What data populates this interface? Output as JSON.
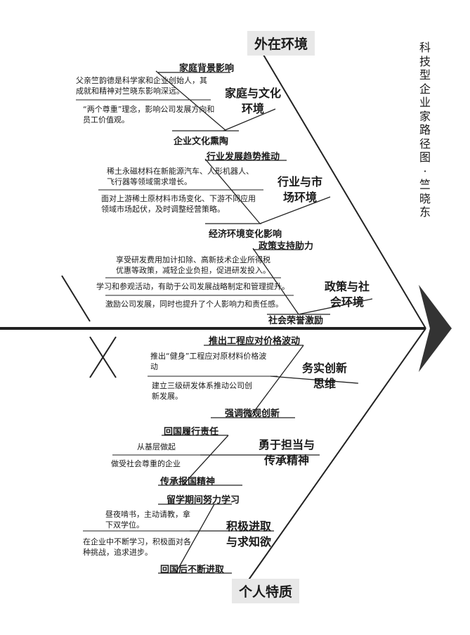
{
  "headers": {
    "top": "外在环境",
    "bottom": "个人特质"
  },
  "vertical_title": "科技型企业家路径图·竺晓东",
  "categories": {
    "family": {
      "name": "家庭与文化环境",
      "name_lines": [
        "家庭与文化",
        "环境"
      ],
      "top_label": "家庭背景影响",
      "bottom_label": "企业文化熏陶",
      "items": [
        "父亲竺韵德是科学家和企业创始人，其成就和精神对竺晓东影响深远。",
        "“两个尊重”理念，影响公司发展方向和员工价值观。"
      ]
    },
    "industry": {
      "name": "行业与市场环境",
      "name_lines": [
        "行业与市",
        "场环境"
      ],
      "top_label": "行业发展趋势推动",
      "bottom_label": "经济环境变化影响",
      "items": [
        "稀土永磁材料在新能源汽车、人形机器人、飞行器等领域需求增长。",
        "面对上游稀土原材料市场变化、下游不同应用领域市场起伏，及时调整经营策略。"
      ]
    },
    "policy": {
      "name": "政策与社会环境",
      "name_lines": [
        "政策与社",
        "会环境"
      ],
      "top_label": "政策支持助力",
      "bottom_label": "社会荣誉激励",
      "items": [
        "享受研发费用加计扣除、高新技术企业所得税优惠等政策，减轻企业负担，促进研发投入。",
        "学习和参观活动，有助于公司发展战略制定和管理提升。",
        "激励公司发展，同时也提升了个人影响力和责任感。"
      ]
    },
    "pragmatic": {
      "name": "务实创新思维",
      "name_lines": [
        "务实创新",
        "思维"
      ],
      "top_label": "推出工程应对价格波动",
      "bottom_label": "强调微观创新",
      "items": [
        "推出“健身”工程应对原材料价格波动",
        "建立三级研发体系推动公司创新发展。"
      ]
    },
    "responsibility": {
      "name": "勇于担当与传承精神",
      "name_lines": [
        "勇于担当与",
        "传承精神"
      ],
      "top_label": "回国履行责任",
      "bottom_label": "传承报国精神",
      "items": [
        "从基层做起",
        "做受社会尊重的企业"
      ]
    },
    "progress": {
      "name": "积极进取与求知欲",
      "name_lines": [
        "积极进取",
        "与求知欲"
      ],
      "top_label": "留学期间努力学习",
      "bottom_label": "回国后不断进取",
      "items": [
        "昼夜啃书，主动请教，拿下双学位。",
        "在企业中不断学习，积极面对各种挑战，追求进步。"
      ]
    }
  }
}
